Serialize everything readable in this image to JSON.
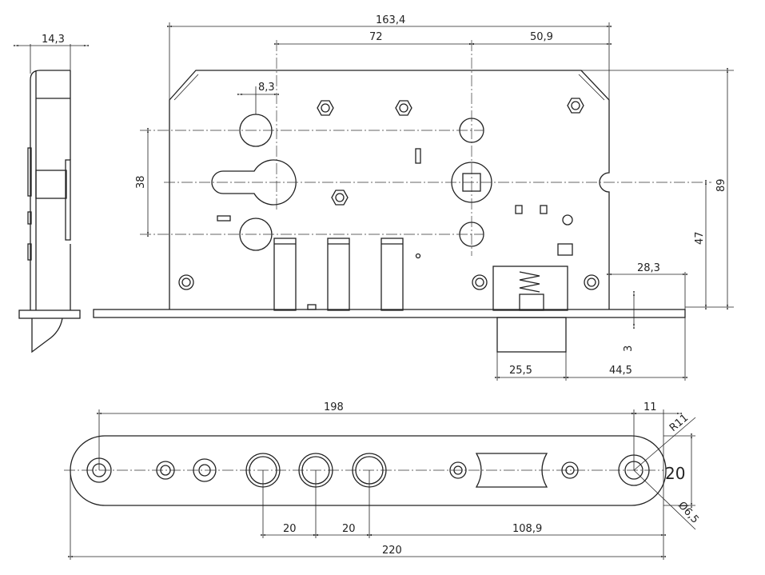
{
  "title": "Mortise lock technical drawing",
  "dimensions": {
    "side_width": "14,3",
    "overall_body_width": "163,4",
    "keyhole_to_follower": "72",
    "follower_to_edge": "50,9",
    "cylinder_offset": "8,3",
    "hole_spacing_vertical": "38",
    "overall_height": "89",
    "notch_height": "47",
    "faceplate_overhang": "28,3",
    "faceplate_thickness": "3",
    "bolt_width": "25,5",
    "bolt_offset": "44,5",
    "strike_hole_spacing": "198",
    "strike_edge_offset": "11",
    "strike_radius": "R11",
    "strike_height": "20",
    "strike_hole_diameter": "Ø6,5",
    "latch_spacing_1": "20",
    "latch_spacing_2": "20",
    "latch_to_hole": "108,9",
    "strike_length": "220"
  }
}
